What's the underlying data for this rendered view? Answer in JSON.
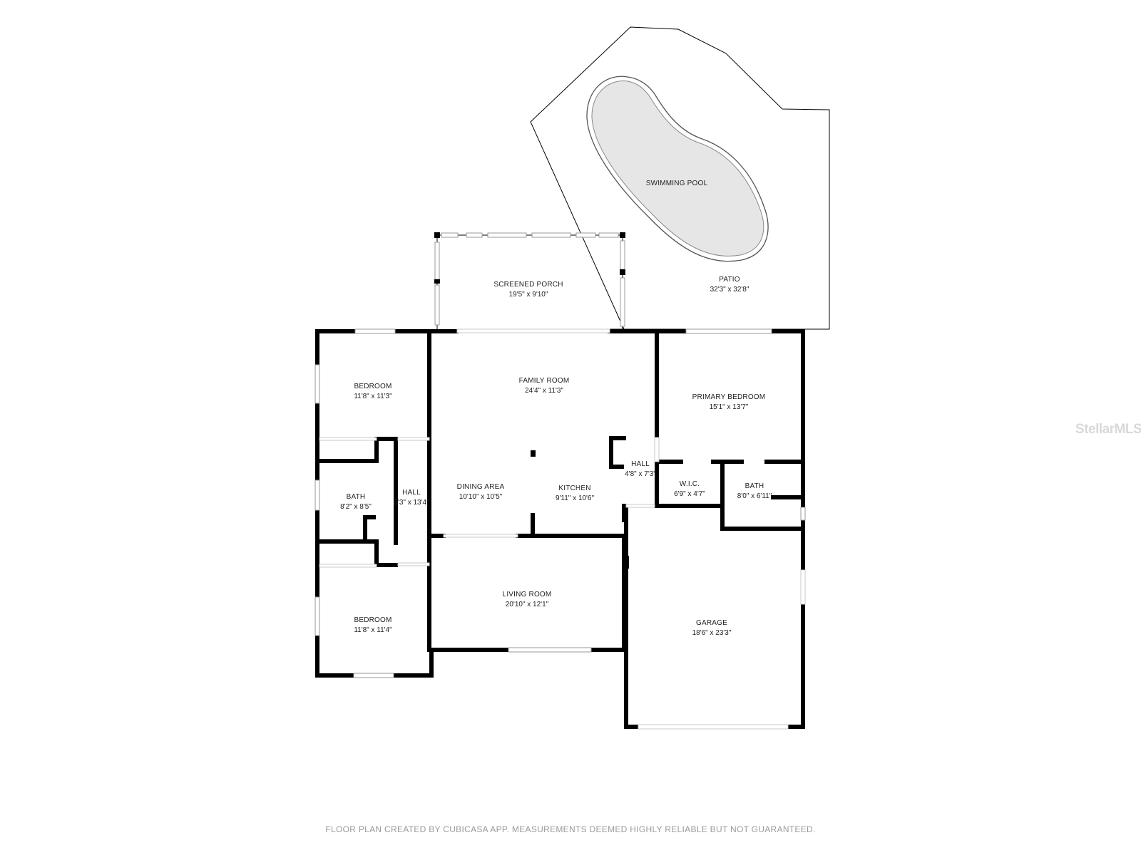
{
  "rooms": {
    "swimming_pool": {
      "name": "SWIMMING POOL"
    },
    "patio": {
      "name": "PATIO",
      "dim": "32'3\" x 32'8\""
    },
    "screened_porch": {
      "name": "SCREENED PORCH",
      "dim": "19'5\" x 9'10\""
    },
    "bedroom_1": {
      "name": "BEDROOM",
      "dim": "11'8\" x 11'3\""
    },
    "family_room": {
      "name": "FAMILY ROOM",
      "dim": "24'4\" x 11'3\""
    },
    "primary_bedroom": {
      "name": "PRIMARY BEDROOM",
      "dim": "15'1\" x 13'7\""
    },
    "hall_right": {
      "name": "HALL",
      "dim": "4'8\" x 7'3\""
    },
    "wic": {
      "name": "W.I.C.",
      "dim": "6'9\" x 4'7\""
    },
    "bath_right": {
      "name": "BATH",
      "dim": "8'0\" x 6'11\""
    },
    "bath_left": {
      "name": "BATH",
      "dim": "8'2\" x 8'5\""
    },
    "hall_left": {
      "name": "HALL",
      "dim": "3'3\" x 13'4\""
    },
    "dining_area": {
      "name": "DINING AREA",
      "dim": "10'10\" x 10'5\""
    },
    "kitchen": {
      "name": "KITCHEN",
      "dim": "9'11\" x 10'6\""
    },
    "living_room": {
      "name": "LIVING ROOM",
      "dim": "20'10\" x 12'1\""
    },
    "bedroom_2": {
      "name": "BEDROOM",
      "dim": "11'8\" x 11'4\""
    },
    "garage": {
      "name": "GARAGE",
      "dim": "18'6\" x 23'3\""
    }
  },
  "watermark": "StellarMLS",
  "footer": "FLOOR PLAN CREATED BY CUBICASA APP. MEASUREMENTS DEEMED HIGHLY RELIABLE BUT NOT GUARANTEED.",
  "colors": {
    "wall": "#000000",
    "pool_fill": "#e6e6e6",
    "label": "#222222",
    "footer": "#9a9a9a",
    "watermark": "#d9d9d9"
  }
}
